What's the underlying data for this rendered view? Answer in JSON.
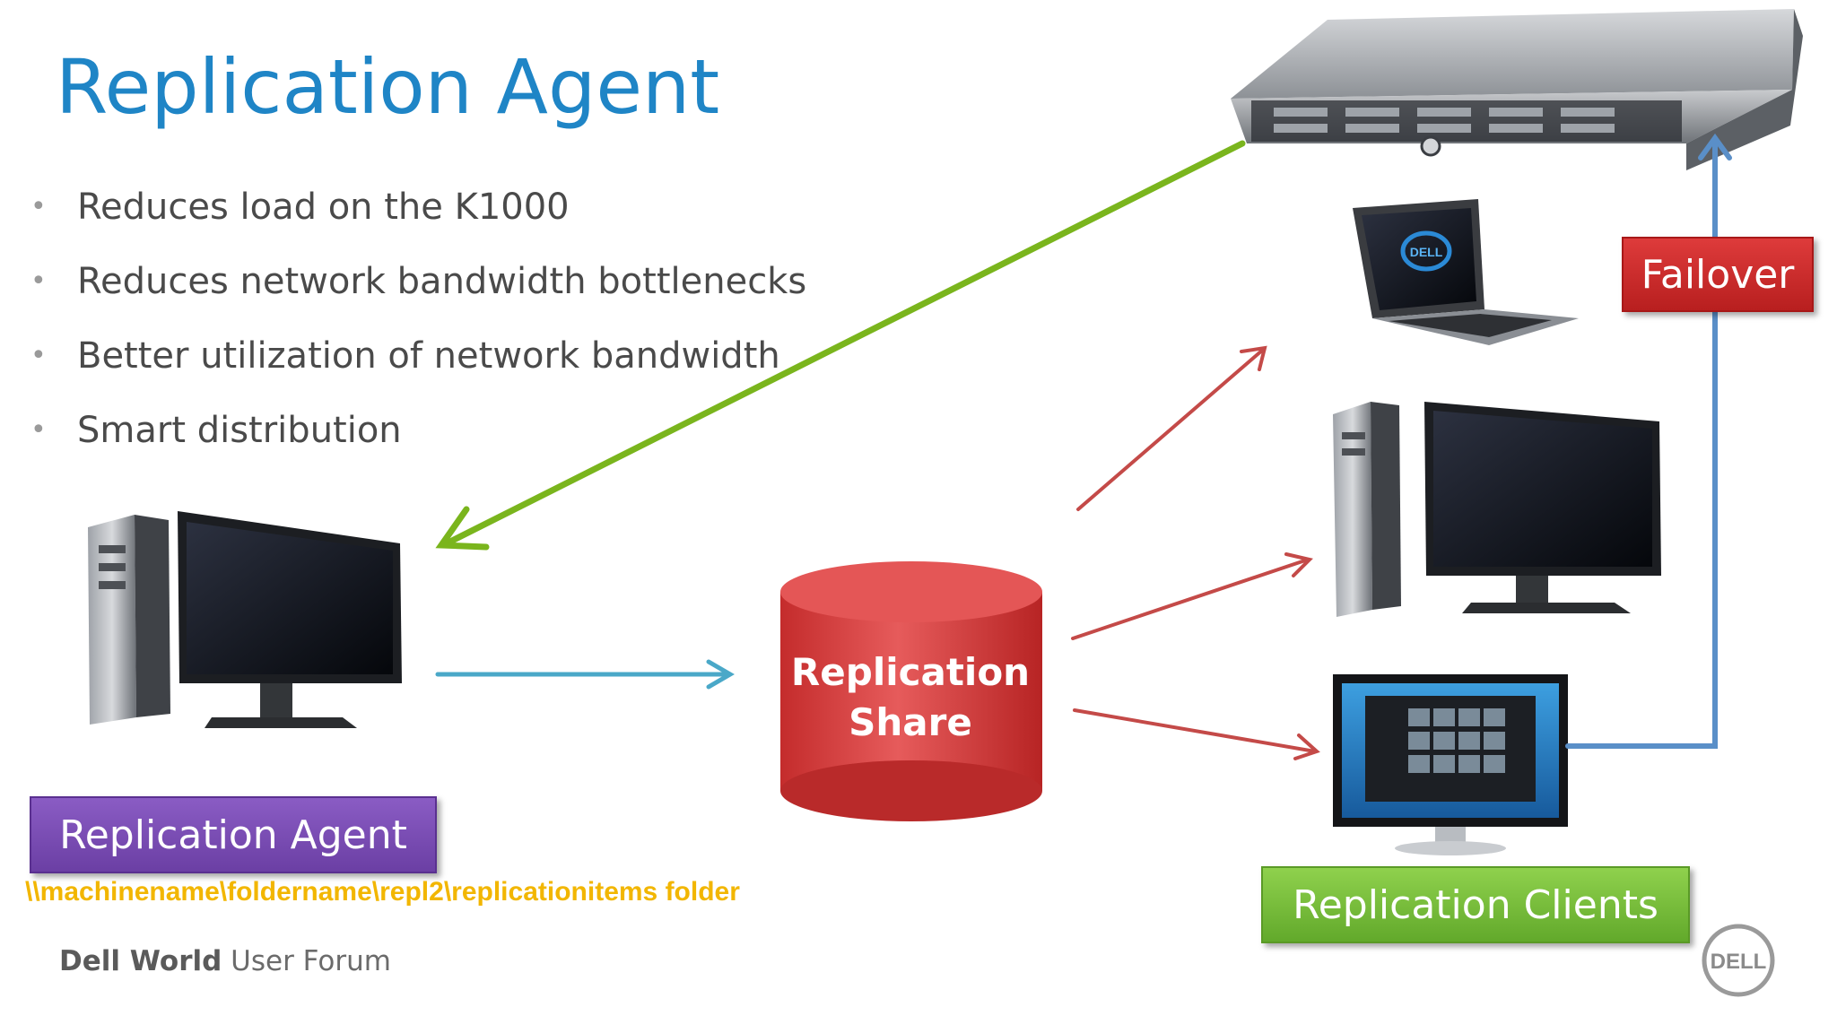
{
  "slide": {
    "title": "Replication Agent",
    "bullets": [
      "Reduces load on the K1000",
      "Reduces network bandwidth bottlenecks",
      "Better utilization of network bandwidth",
      "Smart distribution"
    ],
    "bullet_glyph": "•"
  },
  "labels": {
    "agent": "Replication Agent",
    "share_line1": "Replication",
    "share_line2": "Share",
    "clients": "Replication Clients",
    "failover": "Failover",
    "path": "\\\\machinename\\foldername\\repl2\\replicationitems folder"
  },
  "footer": {
    "brand_bold": "Dell World",
    "brand_rest": " User Forum",
    "logo_text": "DELL"
  },
  "colors": {
    "title": "#1f85c6",
    "agent_box": "#7a4cb8",
    "clients_box": "#78c03a",
    "failover_box": "#cc2a2a",
    "share_cylinder": "#d23a3a",
    "arrow_green": "#7ab51d",
    "arrow_teal": "#4aa8c8",
    "arrow_red": "#c44a48",
    "arrow_blue": "#5a8fc8",
    "path_text": "#f2b600"
  },
  "icons": [
    "rack-server-icon",
    "laptop-icon",
    "desktop-computer-icon",
    "monitor-icon",
    "database-cylinder-icon",
    "dell-logo-icon"
  ]
}
